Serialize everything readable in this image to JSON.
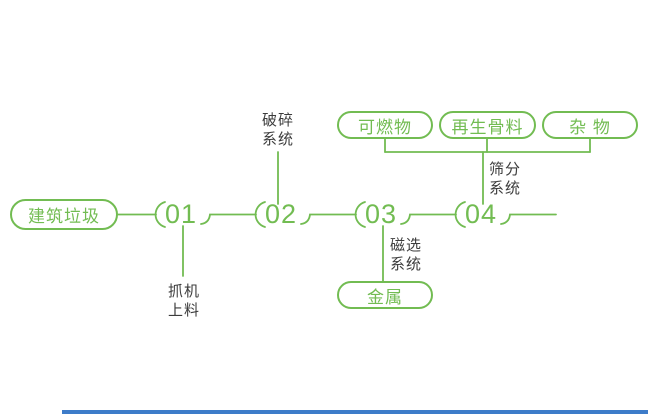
{
  "colors": {
    "accent": "#72bc52",
    "text": "#3c3c3c",
    "bottom_bar": "#3d7cc9"
  },
  "source": {
    "label": "建筑垃圾"
  },
  "steps": [
    {
      "num": "01",
      "label": "抓机\n上料"
    },
    {
      "num": "02",
      "label": "破碎\n系统"
    },
    {
      "num": "03",
      "label": "磁选\n系统"
    },
    {
      "num": "04",
      "label": "筛分\n系统"
    }
  ],
  "outputs": {
    "metal": "金属",
    "top": [
      "可燃物",
      "再生骨料",
      "杂 物"
    ]
  }
}
